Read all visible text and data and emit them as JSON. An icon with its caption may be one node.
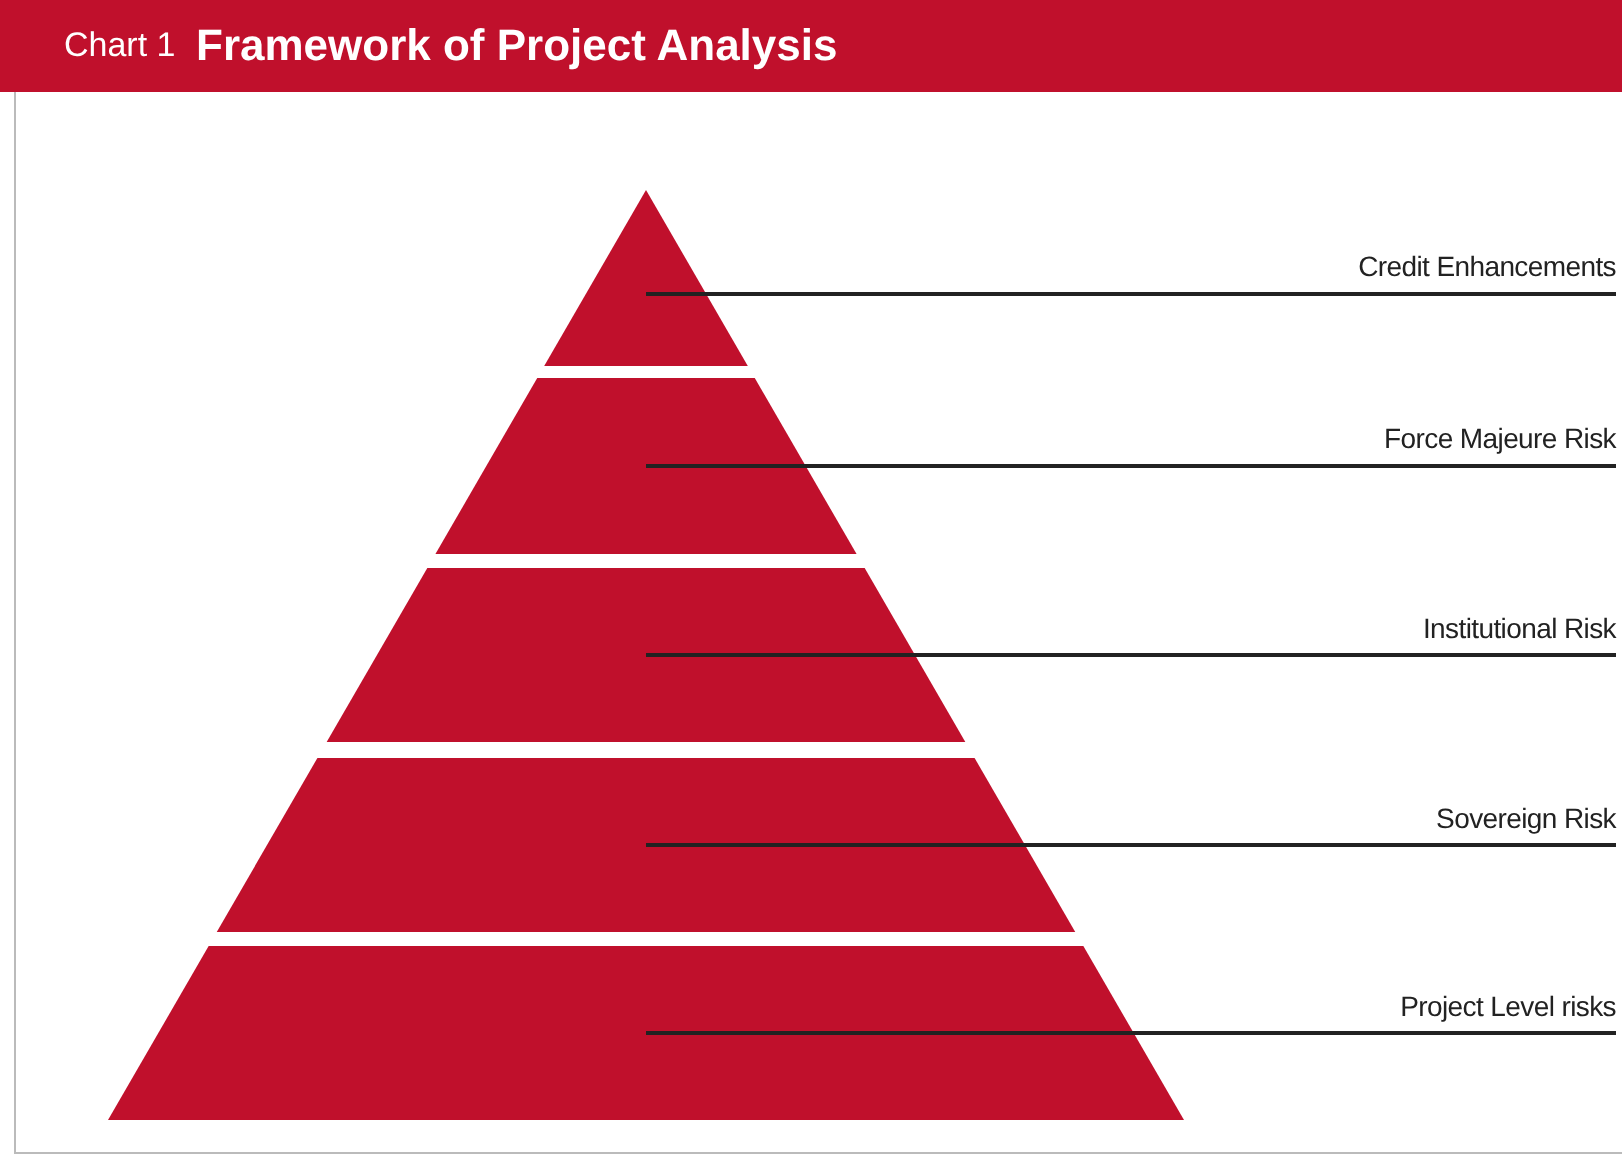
{
  "diagram": {
    "title": "Framework of Project Analysis",
    "nodes": [
      {
        "text": [],
        "shape": "triangle"
      },
      {
        "text": [],
        "shape": "trapezoid"
      },
      {
        "text": [],
        "shape": "trapezoid"
      },
      {
        "text": [],
        "shape": "trapezoid"
      },
      {
        "text": [],
        "shape": "trapezoid"
      },
      {
        "text": [
          "Credit Enhancements"
        ]
      },
      {
        "text": [
          "Force Majeure Risk"
        ]
      },
      {
        "text": [
          "Institutional Risk"
        ]
      },
      {
        "text": [
          "Sovereign Risk"
        ]
      },
      {
        "text": [
          "Project Level risks"
        ]
      }
    ],
    "edges": [
      {
        "from": 5,
        "to": 0,
        "arrow": "none"
      },
      {
        "from": 6,
        "to": 1,
        "arrow": "none"
      },
      {
        "from": 7,
        "to": 2,
        "arrow": "none"
      },
      {
        "from": 8,
        "to": 3,
        "arrow": "none"
      },
      {
        "from": 9,
        "to": 4,
        "arrow": "none"
      }
    ],
    "labels": [
      "Chart 1"
    ]
  }
}
